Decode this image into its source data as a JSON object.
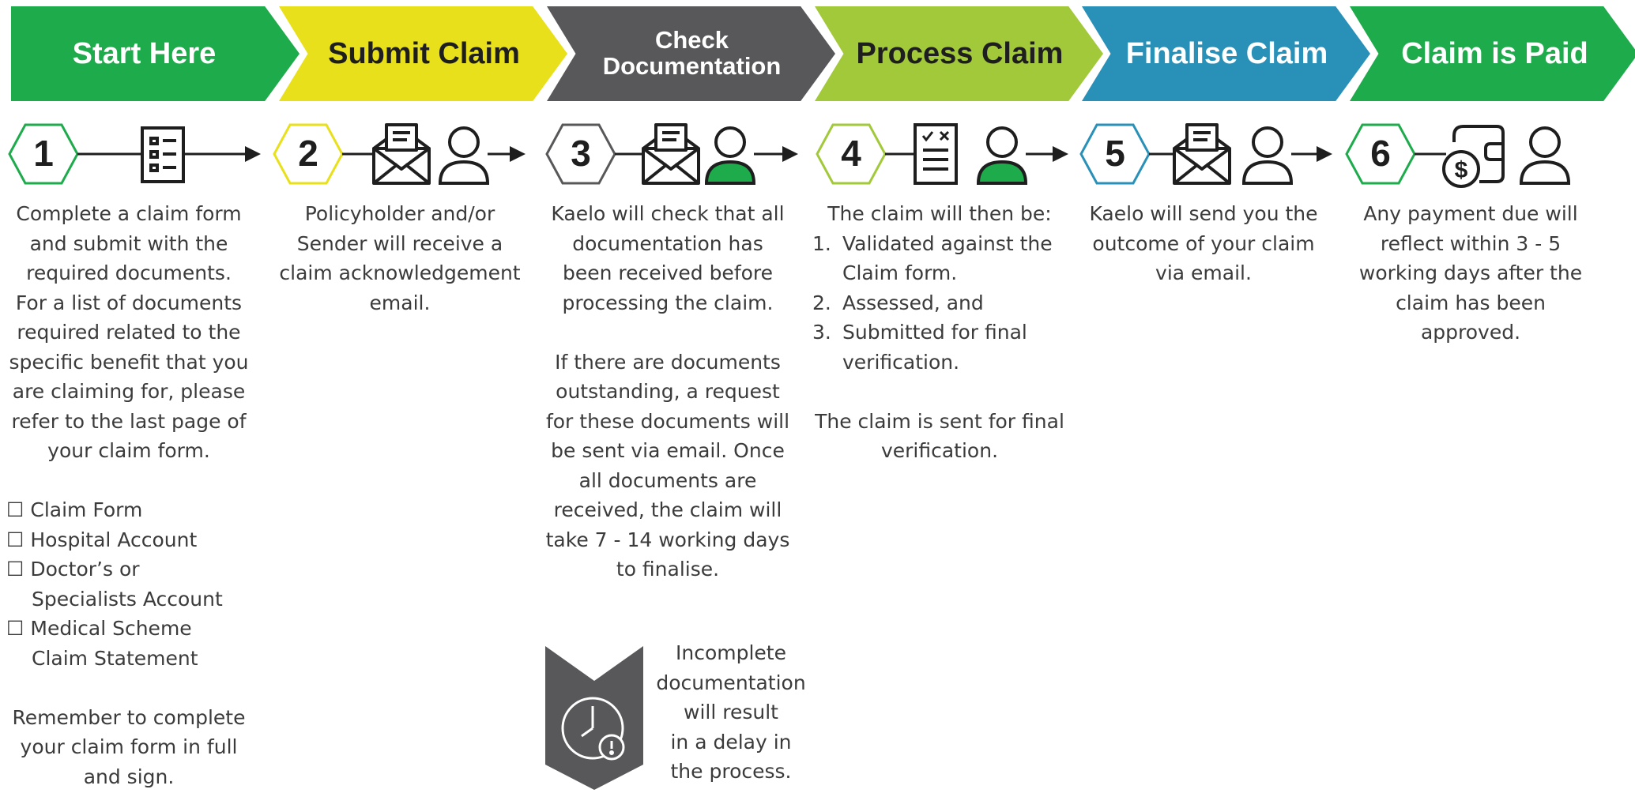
{
  "colors": {
    "green": "#1eab4b",
    "yellow": "#e8e01a",
    "grey": "#58585a",
    "lime": "#a2c93a",
    "blue": "#2990b8",
    "dark": "#1e1e1e",
    "text": "#3b3b3b"
  },
  "steps": [
    {
      "title": "Start Here",
      "number": "1",
      "icons": [
        "form-list-icon"
      ],
      "color": "#1eab4b",
      "text_color": "#ffffff"
    },
    {
      "title": "Submit Claim",
      "number": "2",
      "icons": [
        "envelope-icon",
        "person-icon"
      ],
      "color": "#e8e01a",
      "text_color": "#1e1e1e"
    },
    {
      "title_line1": "Check",
      "title_line2": "Documentation",
      "number": "3",
      "icons": [
        "envelope-icon",
        "person-filled-icon"
      ],
      "color": "#58585a",
      "text_color": "#ffffff"
    },
    {
      "title": "Process Claim",
      "number": "4",
      "icons": [
        "checklist-icon",
        "person-filled-icon"
      ],
      "color": "#a2c93a",
      "text_color": "#1e1e1e"
    },
    {
      "title": "Finalise Claim",
      "number": "5",
      "icons": [
        "envelope-icon",
        "person-icon"
      ],
      "color": "#2990b8",
      "text_color": "#ffffff"
    },
    {
      "title": "Claim is Paid",
      "number": "6",
      "icons": [
        "wallet-icon",
        "person-icon"
      ],
      "color": "#1eab4b",
      "text_color": "#ffffff"
    }
  ],
  "step1": {
    "lines": [
      "Complete a claim form",
      "and submit with the",
      "required  documents.",
      "For a list of documents",
      "required related to the",
      "specific benefit that you",
      "are claiming for,  please",
      "refer to the last page of",
      "your claim form."
    ],
    "checklist": [
      {
        "box": "☐",
        "line1": "Claim Form"
      },
      {
        "box": "☐",
        "line1": "Hospital Account"
      },
      {
        "box": "☐",
        "line1": "Doctor’s or",
        "line2": "Specialists Account"
      },
      {
        "box": "☐",
        "line1": "Medical Scheme",
        "line2": "Claim Statement"
      }
    ],
    "reminder": [
      "Remember to complete",
      "your claim form in full",
      "and sign."
    ]
  },
  "step2": {
    "lines": [
      "Policyholder and/or",
      "Sender will receive a",
      "claim acknowledgement",
      "email."
    ]
  },
  "step3": {
    "lines": [
      "Kaelo will check that all",
      "documentation has",
      "been received before",
      "processing the claim."
    ],
    "lines2": [
      "If there are documents",
      "outstanding, a request",
      "for these documents will",
      "be sent via email. Once",
      "all documents are",
      "received, the claim will",
      "take 7 - 14 working days",
      "to finalise."
    ]
  },
  "step4": {
    "intro": "The claim will then be:",
    "list": [
      {
        "num": "1.",
        "line1": "Validated against the",
        "line2": "Claim form."
      },
      {
        "num": "2.",
        "line1": "Assessed, and"
      },
      {
        "num": "3.",
        "line1": "Submitted for final",
        "line2": "verification."
      }
    ],
    "outro": [
      "The claim is sent for final",
      "verification."
    ]
  },
  "step5": {
    "lines": [
      "Kaelo will send you the",
      "outcome of your claim",
      "via email."
    ]
  },
  "step6": {
    "lines": [
      "Any payment due will",
      "reflect within 3 - 5",
      "working days after the",
      "claim has been",
      "approved."
    ]
  },
  "notice": {
    "icon": "clock-alert-icon",
    "lines": [
      "Incomplete",
      "documentation",
      "will result",
      "in a delay in",
      "the process."
    ]
  }
}
